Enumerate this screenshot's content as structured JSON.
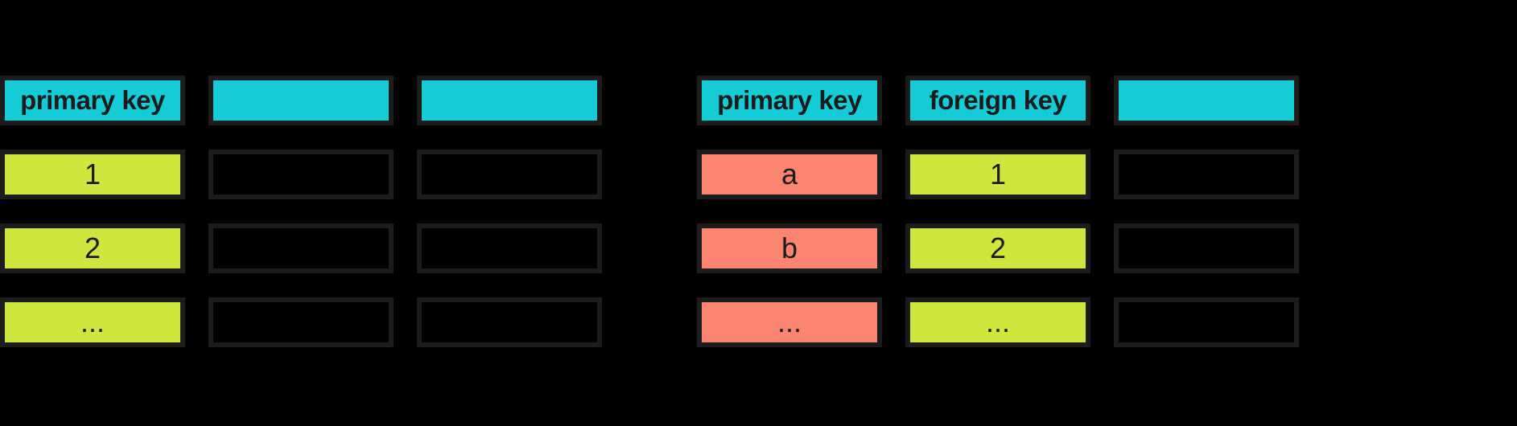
{
  "colors": {
    "background": "#000000",
    "header_fill": "#15cbd5",
    "left_key_fill": "#cfe63f",
    "right_key_fill": "#fb8570",
    "cell_border": "#1c1c1c",
    "text": "#1b1b1b"
  },
  "left_table": {
    "headers": [
      "primary key",
      "",
      ""
    ],
    "rows": [
      [
        "1",
        "",
        ""
      ],
      [
        "2",
        "",
        ""
      ],
      [
        "...",
        "",
        ""
      ]
    ]
  },
  "right_table": {
    "headers": [
      "primary key",
      "foreign key",
      ""
    ],
    "rows": [
      [
        "a",
        "1",
        ""
      ],
      [
        "b",
        "2",
        ""
      ],
      [
        "...",
        "...",
        ""
      ]
    ]
  }
}
